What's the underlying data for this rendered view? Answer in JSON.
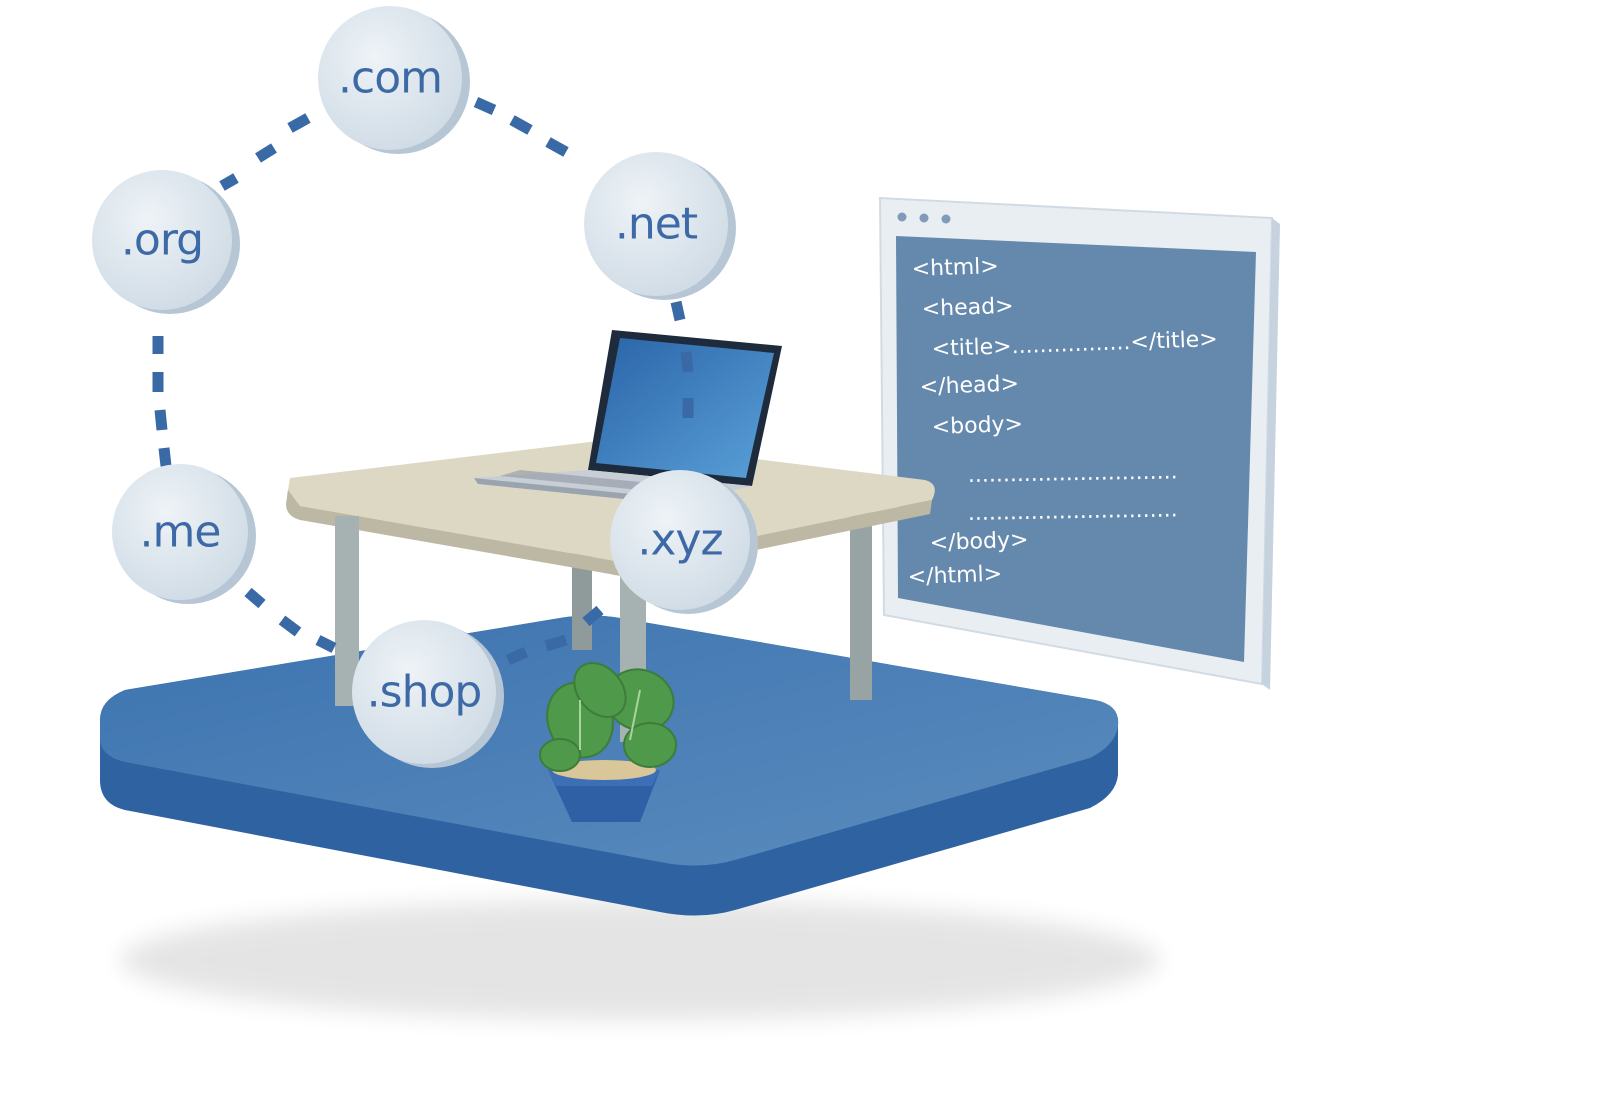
{
  "domains": [
    {
      "id": "com",
      "label": ".com"
    },
    {
      "id": "net",
      "label": ".net"
    },
    {
      "id": "org",
      "label": ".org"
    },
    {
      "id": "me",
      "label": ".me"
    },
    {
      "id": "shop",
      "label": ".shop"
    },
    {
      "id": "xyz",
      "label": ".xyz"
    }
  ],
  "code_window": {
    "lines": [
      "<html>",
      "<head>",
      "<title>.................</title>",
      "</head>",
      "<body>",
      "..............................",
      "..............................",
      "</body>",
      "</html>"
    ]
  },
  "colors": {
    "platform": "#3a6ea8",
    "platform_side": "#2f5f99",
    "bubble": "#dde6ee",
    "bubble_text": "#3d6aa6",
    "dash": "#3a6aa6",
    "window_frame": "#eef2f6",
    "window_code_bg": "#6a8fb2",
    "table_top": "#d9d4bf",
    "table_legs": "#9aa7a6",
    "laptop_screen": "#3f7fbf",
    "plant": "#4f9a4a",
    "pot": "#2f5fa4"
  },
  "icons": [
    "laptop-icon",
    "plant-icon",
    "window-dots-icon"
  ]
}
